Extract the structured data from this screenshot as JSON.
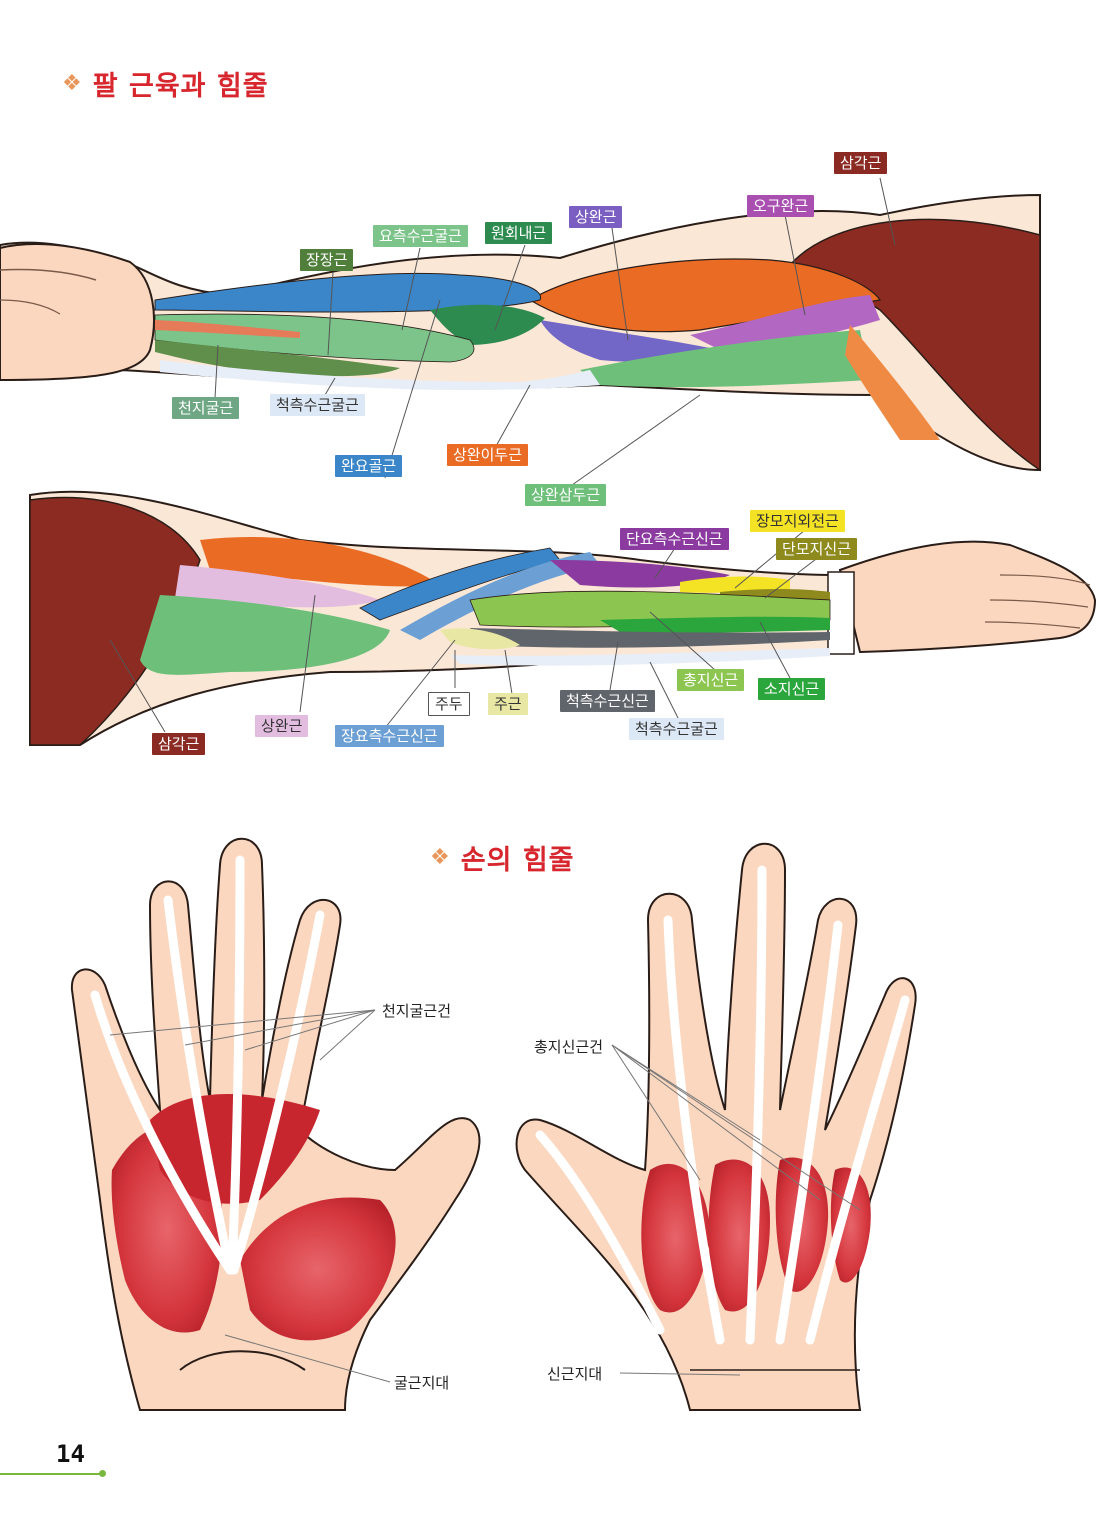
{
  "section1": {
    "title": "팔 근육과 힘줄",
    "bullet_icon": "diamond-bullet-icon"
  },
  "section2": {
    "title": "손의 힘줄",
    "bullet_icon": "diamond-bullet-icon"
  },
  "arm_upper_labels": [
    {
      "id": "deltoid",
      "text": "삼각근",
      "color": "#8b2a22"
    },
    {
      "id": "coracobrachialis",
      "text": "오구완근",
      "color": "#a94fb0"
    },
    {
      "id": "brachialis",
      "text": "상완근",
      "color": "#7b5ec1"
    },
    {
      "id": "pronator-teres",
      "text": "원회내근",
      "color": "#2e8b4f"
    },
    {
      "id": "fcr",
      "text": "요측수근굴근",
      "color": "#7cc48a"
    },
    {
      "id": "palmaris-longus",
      "text": "장장근",
      "color": "#4f7f3a"
    },
    {
      "id": "fds",
      "text": "천지굴근",
      "color": "#6fa785"
    },
    {
      "id": "fcu",
      "text": "척측수근굴근",
      "color": "#dce8f5"
    },
    {
      "id": "brachioradialis",
      "text": "완요골근",
      "color": "#3a86c9"
    },
    {
      "id": "biceps",
      "text": "상완이두근",
      "color": "#ea6b24"
    },
    {
      "id": "triceps",
      "text": "상완삼두근",
      "color": "#6dbf7a"
    }
  ],
  "arm_lower_labels": [
    {
      "id": "ecrb",
      "text": "단요측수근신근",
      "color": "#8b3a9f"
    },
    {
      "id": "apl",
      "text": "장모지외전근",
      "color": "#f4e225"
    },
    {
      "id": "epb",
      "text": "단모지신근",
      "color": "#8e8a1d"
    },
    {
      "id": "elbow-tip",
      "text": "주두",
      "color": "#ffffff"
    },
    {
      "id": "anconeus",
      "text": "주근",
      "color": "#e8e7a3"
    },
    {
      "id": "ecu",
      "text": "척측수근신근",
      "color": "#60646b"
    },
    {
      "id": "edc",
      "text": "총지신근",
      "color": "#8cc54f"
    },
    {
      "id": "edm",
      "text": "소지신근",
      "color": "#2aa63c"
    },
    {
      "id": "fcu2",
      "text": "척측수근굴근",
      "color": "#dce8f5"
    },
    {
      "id": "brachialis2",
      "text": "상완근",
      "color": "#e3bde0"
    },
    {
      "id": "ecrl",
      "text": "장요측수근신근",
      "color": "#6c9fd4"
    },
    {
      "id": "deltoid2",
      "text": "삼각근",
      "color": "#8b2a22"
    }
  ],
  "hand_labels": {
    "fds_tendon": "천지굴근건",
    "flexor_retinaculum": "굴근지대",
    "edc_tendon": "총지신근건",
    "extensor_retinaculum": "신근지대"
  },
  "page_number": "14"
}
